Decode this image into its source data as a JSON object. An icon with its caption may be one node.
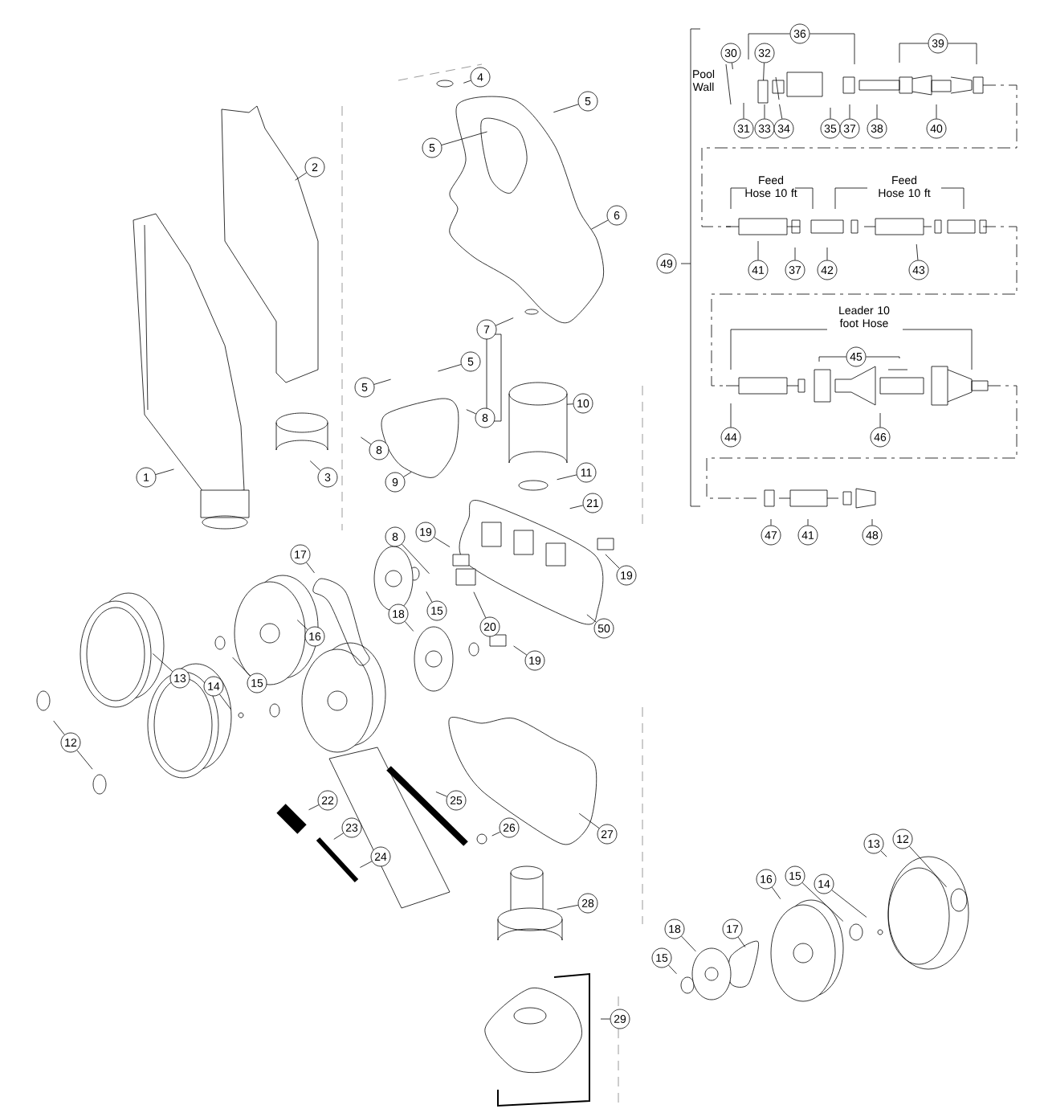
{
  "diagram": {
    "nodes": [
      {
        "text": [
          "4"
        ]
      },
      {
        "text": [
          "5"
        ]
      },
      {
        "text": [
          "30"
        ]
      },
      {
        "text": [
          "32"
        ]
      },
      {
        "text": [
          "36"
        ]
      },
      {
        "text": [
          "39"
        ]
      },
      {
        "text": [
          "2"
        ]
      },
      {
        "text": [
          "5"
        ]
      },
      {
        "text": [
          "31"
        ]
      },
      {
        "text": [
          "33"
        ]
      },
      {
        "text": [
          "34"
        ]
      },
      {
        "text": [
          "35"
        ]
      },
      {
        "text": [
          "37"
        ]
      },
      {
        "text": [
          "38"
        ]
      },
      {
        "text": [
          "40"
        ]
      },
      {
        "text": [
          "6"
        ]
      },
      {
        "text": [
          "49"
        ]
      },
      {
        "text": [
          "41"
        ]
      },
      {
        "text": [
          "37"
        ]
      },
      {
        "text": [
          "42"
        ]
      },
      {
        "text": [
          "43"
        ]
      },
      {
        "text": [
          "7"
        ]
      },
      {
        "text": [
          "45"
        ]
      },
      {
        "text": [
          "5"
        ]
      },
      {
        "text": [
          "5"
        ]
      },
      {
        "text": [
          "10"
        ]
      },
      {
        "text": [
          "8"
        ]
      },
      {
        "text": [
          "44"
        ]
      },
      {
        "text": [
          "46"
        ]
      },
      {
        "text": [
          "8"
        ]
      },
      {
        "text": [
          "11"
        ]
      },
      {
        "text": [
          "1"
        ]
      },
      {
        "text": [
          "3"
        ]
      },
      {
        "text": [
          "9"
        ]
      },
      {
        "text": [
          "21"
        ]
      },
      {
        "text": [
          "8"
        ]
      },
      {
        "text": [
          "19"
        ]
      },
      {
        "text": [
          "47"
        ]
      },
      {
        "text": [
          "41"
        ]
      },
      {
        "text": [
          "48"
        ]
      },
      {
        "text": [
          "17"
        ]
      },
      {
        "text": [
          "19"
        ]
      },
      {
        "text": [
          "15"
        ]
      },
      {
        "text": [
          "20"
        ]
      },
      {
        "text": [
          "18"
        ]
      },
      {
        "text": [
          "50"
        ]
      },
      {
        "text": [
          "16"
        ]
      },
      {
        "text": [
          "19"
        ]
      },
      {
        "text": [
          "13"
        ]
      },
      {
        "text": [
          "14"
        ]
      },
      {
        "text": [
          "15"
        ]
      },
      {
        "text": [
          "12"
        ]
      },
      {
        "text": [
          "22"
        ]
      },
      {
        "text": [
          "25"
        ]
      },
      {
        "text": [
          "23"
        ]
      },
      {
        "text": [
          "26"
        ]
      },
      {
        "text": [
          "27"
        ]
      },
      {
        "text": [
          "12"
        ]
      },
      {
        "text": [
          "13"
        ]
      },
      {
        "text": [
          "24"
        ]
      },
      {
        "text": [
          "16"
        ]
      },
      {
        "text": [
          "15"
        ]
      },
      {
        "text": [
          "14"
        ]
      },
      {
        "text": [
          "28"
        ]
      },
      {
        "text": [
          "18"
        ]
      },
      {
        "text": [
          "17"
        ]
      },
      {
        "text": [
          "15"
        ]
      },
      {
        "text": [
          "29"
        ]
      }
    ],
    "edges": [
      {
        "from": 0,
        "to": null,
        "arrow": "none"
      },
      {
        "from": 1,
        "to": null,
        "arrow": "none"
      },
      {
        "from": 2,
        "to": null,
        "arrow": "none"
      },
      {
        "from": 3,
        "to": null,
        "arrow": "none"
      },
      {
        "from": 4,
        "to": null,
        "arrow": "none"
      },
      {
        "from": 5,
        "to": null,
        "arrow": "none"
      },
      {
        "from": 6,
        "to": null,
        "arrow": "none"
      },
      {
        "from": 7,
        "to": null,
        "arrow": "none"
      },
      {
        "from": 8,
        "to": null,
        "arrow": "none"
      },
      {
        "from": 9,
        "to": null,
        "arrow": "none"
      },
      {
        "from": 10,
        "to": null,
        "arrow": "none"
      },
      {
        "from": 11,
        "to": null,
        "arrow": "none"
      },
      {
        "from": 12,
        "to": null,
        "arrow": "none"
      },
      {
        "from": 13,
        "to": null,
        "arrow": "none"
      },
      {
        "from": 14,
        "to": null,
        "arrow": "none"
      },
      {
        "from": 15,
        "to": null,
        "arrow": "none"
      },
      {
        "from": 17,
        "to": null,
        "arrow": "none"
      },
      {
        "from": 18,
        "to": null,
        "arrow": "none"
      },
      {
        "from": 19,
        "to": null,
        "arrow": "none"
      },
      {
        "from": 20,
        "to": null,
        "arrow": "none"
      },
      {
        "from": 21,
        "to": null,
        "arrow": "none"
      },
      {
        "from": 22,
        "to": null,
        "arrow": "none"
      },
      {
        "from": 23,
        "to": null,
        "arrow": "none"
      },
      {
        "from": 24,
        "to": null,
        "arrow": "none"
      },
      {
        "from": 25,
        "to": null,
        "arrow": "none"
      },
      {
        "from": 26,
        "to": null,
        "arrow": "none"
      },
      {
        "from": 27,
        "to": null,
        "arrow": "none"
      },
      {
        "from": 28,
        "to": null,
        "arrow": "none"
      },
      {
        "from": 29,
        "to": null,
        "arrow": "none"
      },
      {
        "from": 30,
        "to": null,
        "arrow": "none"
      },
      {
        "from": 31,
        "to": null,
        "arrow": "none"
      },
      {
        "from": 32,
        "to": null,
        "arrow": "none"
      },
      {
        "from": 33,
        "to": null,
        "arrow": "none"
      },
      {
        "from": 34,
        "to": null,
        "arrow": "none"
      },
      {
        "from": 35,
        "to": null,
        "arrow": "none"
      },
      {
        "from": 36,
        "to": null,
        "arrow": "none"
      },
      {
        "from": 37,
        "to": null,
        "arrow": "none"
      },
      {
        "from": 38,
        "to": null,
        "arrow": "none"
      },
      {
        "from": 39,
        "to": null,
        "arrow": "none"
      },
      {
        "from": 40,
        "to": null,
        "arrow": "none"
      },
      {
        "from": 41,
        "to": null,
        "arrow": "none"
      },
      {
        "from": 42,
        "to": null,
        "arrow": "none"
      },
      {
        "from": 43,
        "to": null,
        "arrow": "none"
      },
      {
        "from": 44,
        "to": null,
        "arrow": "none"
      },
      {
        "from": 45,
        "to": null,
        "arrow": "none"
      },
      {
        "from": 46,
        "to": null,
        "arrow": "none"
      },
      {
        "from": 47,
        "to": null,
        "arrow": "none"
      },
      {
        "from": 48,
        "to": null,
        "arrow": "none"
      },
      {
        "from": 49,
        "to": null,
        "arrow": "none"
      },
      {
        "from": 50,
        "to": null,
        "arrow": "none"
      },
      {
        "from": 51,
        "to": null,
        "arrow": "none"
      },
      {
        "from": 51,
        "to": null,
        "arrow": "none"
      },
      {
        "from": 52,
        "to": null,
        "arrow": "none"
      },
      {
        "from": 53,
        "to": null,
        "arrow": "none"
      },
      {
        "from": 54,
        "to": null,
        "arrow": "none"
      },
      {
        "from": 55,
        "to": null,
        "arrow": "none"
      },
      {
        "from": 56,
        "to": null,
        "arrow": "none"
      },
      {
        "from": 57,
        "to": null,
        "arrow": "none"
      },
      {
        "from": 58,
        "to": null,
        "arrow": "none"
      },
      {
        "from": 59,
        "to": null,
        "arrow": "none"
      },
      {
        "from": 60,
        "to": null,
        "arrow": "none"
      },
      {
        "from": 61,
        "to": null,
        "arrow": "none"
      },
      {
        "from": 62,
        "to": null,
        "arrow": "none"
      },
      {
        "from": 63,
        "to": null,
        "arrow": "none"
      },
      {
        "from": 64,
        "to": null,
        "arrow": "none"
      },
      {
        "from": 65,
        "to": null,
        "arrow": "none"
      },
      {
        "from": 66,
        "to": null,
        "arrow": "none"
      },
      {
        "from": 67,
        "to": null,
        "arrow": "none"
      }
    ],
    "labels": [
      "Pool Wall",
      "Feed Hose 10 ft",
      "Feed Hose 10 ft",
      "Leader 10 foot Hose"
    ]
  }
}
